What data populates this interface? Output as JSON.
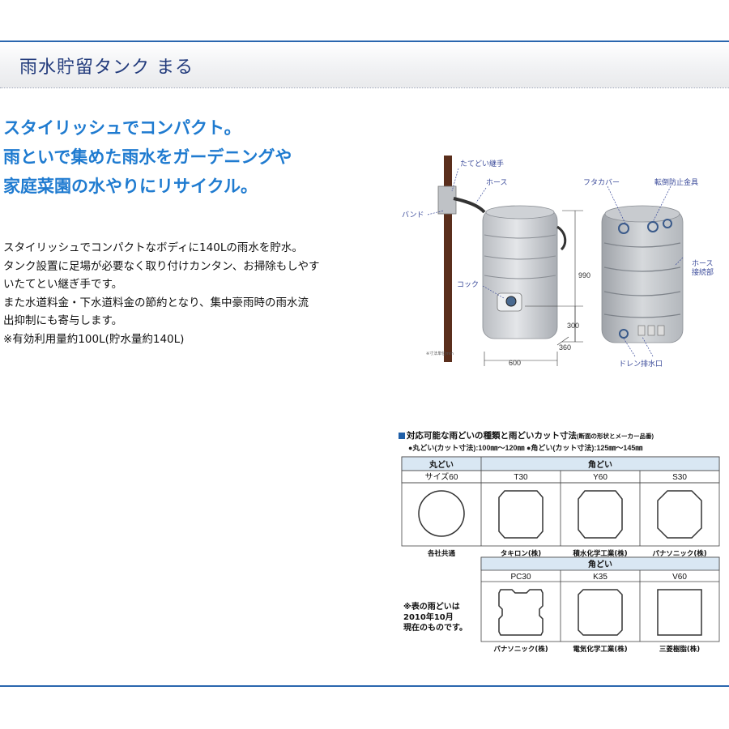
{
  "header": {
    "title": "雨水貯留タンク まる"
  },
  "catch": [
    "スタイリッシュでコンパクト。",
    "雨といで集めた雨水をガーデニングや",
    "家庭菜園の水やりにリサイクル。"
  ],
  "body": [
    "スタイリッシュでコンパクトなボディに140Lの雨水を貯水。",
    "タンク設置に足場が必要なく取り付けカンタン、お掃除もしやす",
    "いたてとい継ぎ手です。",
    "また水道料金・下水道料金の節約となり、集中豪雨時の雨水流",
    "出抑制にも寄与します。",
    "※有効利用量約100L(貯水量約140L)"
  ],
  "diagram": {
    "labels": {
      "tatedoi": "たてどい継手",
      "hose": "ホース",
      "band": "バンド",
      "cock": "コック",
      "futa": "フタカバー",
      "tentou": "転倒防止金具",
      "hose_conn_1": "ホース",
      "hose_conn_2": "接続部",
      "drain": "ドレン排水口",
      "unit_note": "※寸法単位mm"
    },
    "dimensions": {
      "height": "990",
      "cock_height": "300",
      "depth": "360",
      "width": "600"
    },
    "colors": {
      "tank": "#c9ccd0",
      "pipe": "#5a2e1c",
      "label": "#3a4a9a"
    }
  },
  "gutter_table": {
    "title_main": "対応可能な雨どいの種類と雨どいカット寸法",
    "title_note": "(断面の形状とメーカー品番)",
    "subtitle": "●丸どい(カット寸法):100㎜〜120㎜ ●角どい(カット寸法):125㎜〜145㎜",
    "row1": {
      "maru_header": "丸どい",
      "kaku_header": "角どい",
      "items": [
        {
          "code": "サイズ60",
          "maker": "各社共通"
        },
        {
          "code": "T30",
          "maker": "タキロン(株)"
        },
        {
          "code": "Y60",
          "maker": "積水化学工業(株)"
        },
        {
          "code": "S30",
          "maker": "パナソニック(株)"
        }
      ]
    },
    "row2": {
      "kaku_header": "角どい",
      "note": [
        "※表の雨どいは",
        "2010年10月",
        "現在のものです。"
      ],
      "items": [
        {
          "code": "PC30",
          "maker": "パナソニック(株)"
        },
        {
          "code": "K35",
          "maker": "電気化学工業(株)"
        },
        {
          "code": "V60",
          "maker": "三菱樹脂(株)"
        }
      ]
    },
    "colors": {
      "header_bg": "#d9e7f3",
      "border": "#444444",
      "title_square": "#1f5fa8"
    }
  }
}
